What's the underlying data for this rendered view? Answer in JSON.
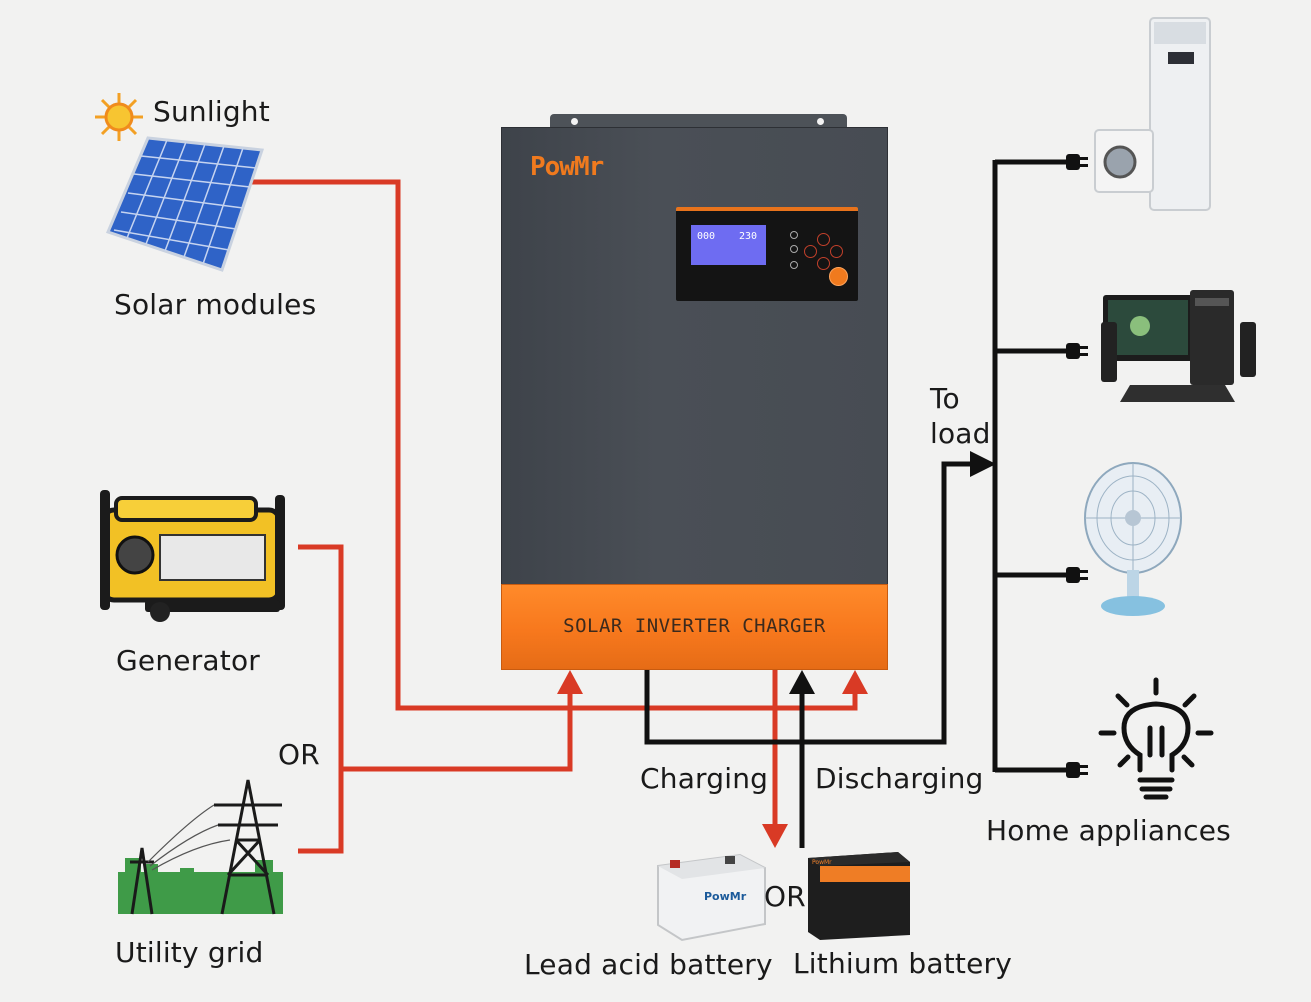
{
  "labels": {
    "sunlight": "Sunlight",
    "solar_modules": "Solar modules",
    "generator": "Generator",
    "or_grid": "OR",
    "utility_grid": "Utility grid",
    "to_load_line1": "To",
    "to_load_line2": "load",
    "home_appliances": "Home appliances",
    "charging": "Charging",
    "discharging": "Discharging",
    "or_battery": "OR",
    "lead_acid_battery": "Lead acid battery",
    "lithium_battery": "Lithium battery"
  },
  "inverter": {
    "brand": "PowMr",
    "product_label": "SOLAR INVERTER CHARGER",
    "lcd_left": "000",
    "lcd_right": "230"
  },
  "battery_brand": "PowMr",
  "appliances": [
    "air-conditioner-washing-machine-icon",
    "desktop-computer-icon",
    "electric-fan-icon",
    "light-bulb-icon"
  ],
  "colors": {
    "red_line": "#d93a25",
    "black_line": "#111111",
    "inverter_orange": "#f7781d",
    "inverter_body": "#464b52"
  }
}
